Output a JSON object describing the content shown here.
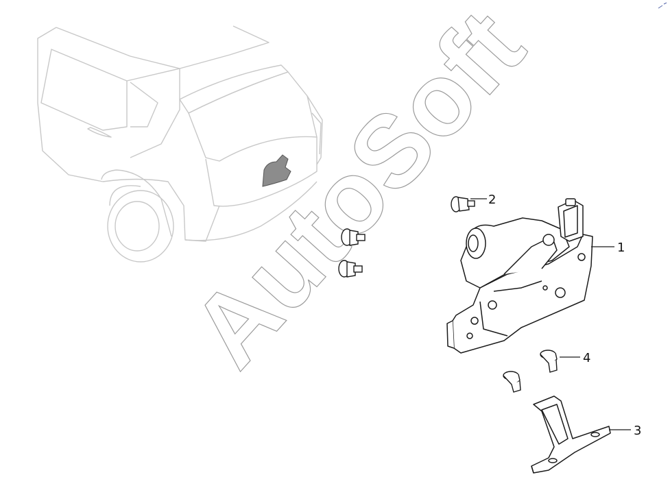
{
  "diagram": {
    "callouts": [
      {
        "id": "1",
        "label": "1"
      },
      {
        "id": "2",
        "label": "2"
      },
      {
        "id": "3",
        "label": "3"
      },
      {
        "id": "4",
        "label": "4"
      }
    ],
    "watermark": "AutoSoft",
    "colors": {
      "line": "#1a1a1a",
      "vehicle_outline": "#c8c8c8",
      "highlight_fill": "#8c8c8c",
      "part_fill": "#ffffff"
    }
  }
}
